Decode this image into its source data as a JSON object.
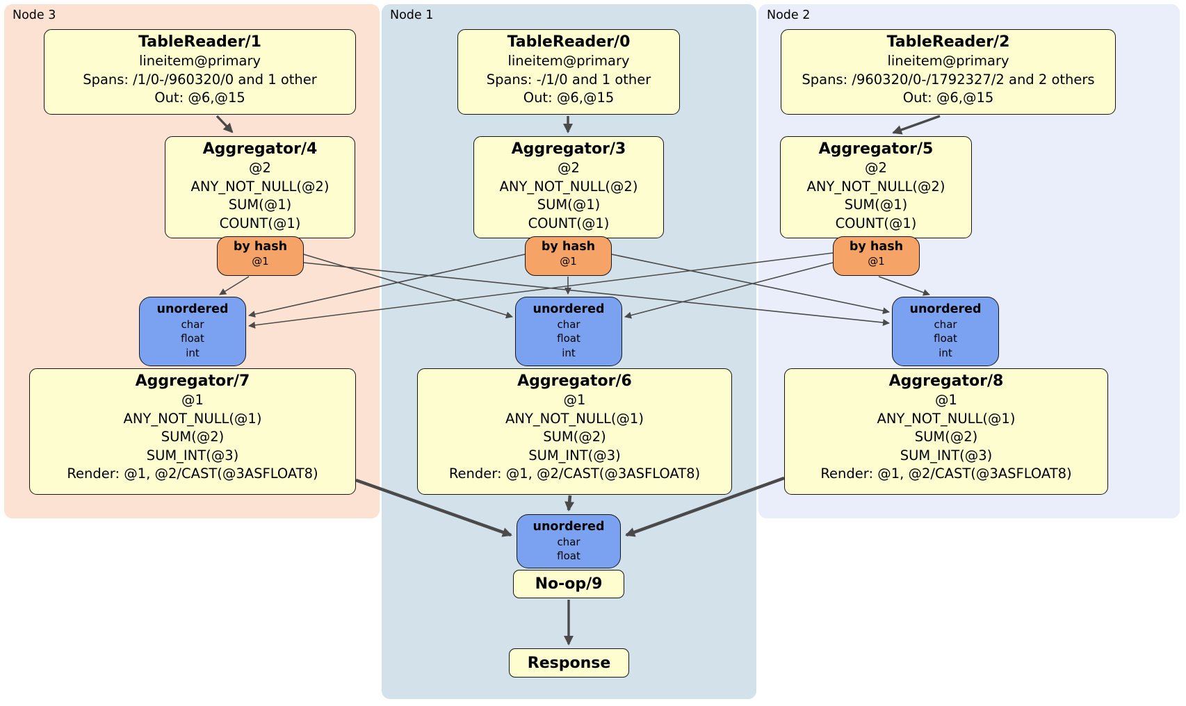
{
  "regions": {
    "node3": {
      "label": "Node 3",
      "bg": "#fce2d2"
    },
    "node1": {
      "label": "Node 1",
      "bg": "#d3e1eb"
    },
    "node2": {
      "label": "Node 2",
      "bg": "#eaeefa"
    }
  },
  "processors": {
    "tr1": {
      "title": "TableReader/1",
      "lines": [
        "lineitem@primary",
        "Spans: /1/0-/960320/0 and 1 other",
        "Out: @6,@15"
      ]
    },
    "tr0": {
      "title": "TableReader/0",
      "lines": [
        "lineitem@primary",
        "Spans: -/1/0 and 1 other",
        "Out: @6,@15"
      ]
    },
    "tr2": {
      "title": "TableReader/2",
      "lines": [
        "lineitem@primary",
        "Spans: /960320/0-/1792327/2 and 2 others",
        "Out: @6,@15"
      ]
    },
    "agg4": {
      "title": "Aggregator/4",
      "lines": [
        "@2",
        "ANY_NOT_NULL(@2)",
        "SUM(@1)",
        "COUNT(@1)"
      ]
    },
    "agg3": {
      "title": "Aggregator/3",
      "lines": [
        "@2",
        "ANY_NOT_NULL(@2)",
        "SUM(@1)",
        "COUNT(@1)"
      ]
    },
    "agg5": {
      "title": "Aggregator/5",
      "lines": [
        "@2",
        "ANY_NOT_NULL(@2)",
        "SUM(@1)",
        "COUNT(@1)"
      ]
    },
    "agg7": {
      "title": "Aggregator/7",
      "lines": [
        "@1",
        "ANY_NOT_NULL(@1)",
        "SUM(@2)",
        "SUM_INT(@3)",
        "Render: @1, @2/CAST(@3ASFLOAT8)"
      ]
    },
    "agg6": {
      "title": "Aggregator/6",
      "lines": [
        "@1",
        "ANY_NOT_NULL(@1)",
        "SUM(@2)",
        "SUM_INT(@3)",
        "Render: @1, @2/CAST(@3ASFLOAT8)"
      ]
    },
    "agg8": {
      "title": "Aggregator/8",
      "lines": [
        "@1",
        "ANY_NOT_NULL(@1)",
        "SUM(@2)",
        "SUM_INT(@3)",
        "Render: @1, @2/CAST(@3ASFLOAT8)"
      ]
    },
    "noop": {
      "title": "No-op/9"
    },
    "response": {
      "title": "Response"
    }
  },
  "routers": {
    "hash3": {
      "title": "by hash",
      "stream": "@1"
    },
    "hash1": {
      "title": "by hash",
      "stream": "@1"
    },
    "hash2": {
      "title": "by hash",
      "stream": "@1"
    }
  },
  "syncs": {
    "un3": {
      "title": "unordered",
      "columns": [
        "char",
        "float",
        "int"
      ]
    },
    "un1": {
      "title": "unordered",
      "columns": [
        "char",
        "float",
        "int"
      ]
    },
    "un2": {
      "title": "unordered",
      "columns": [
        "char",
        "float",
        "int"
      ]
    },
    "final": {
      "title": "unordered",
      "columns": [
        "char",
        "float"
      ]
    }
  },
  "colors": {
    "processor_fill": "#fdfdd0",
    "router_fill": "#f5a366",
    "sync_fill": "#7aa2f0",
    "edge": "#4a4a4a",
    "box_border": "#141414",
    "region_node3": "#fce2d2",
    "region_node1": "#d3e1eb",
    "region_node2": "#eaeefa"
  }
}
